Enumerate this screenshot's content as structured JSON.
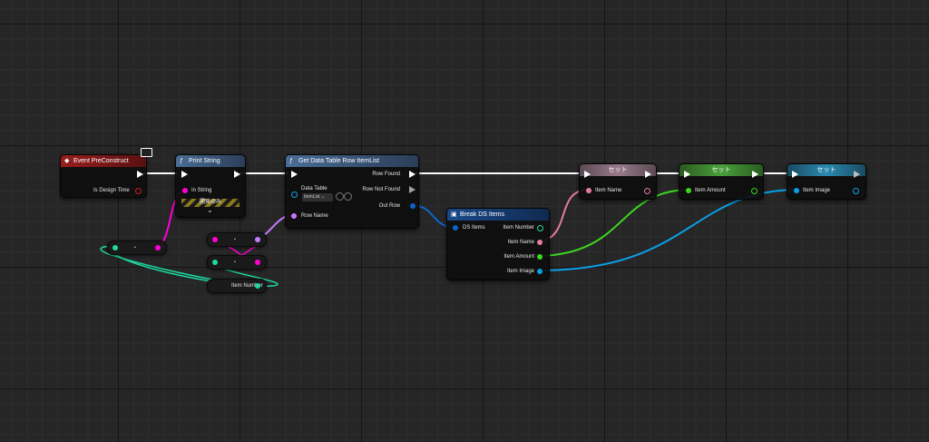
{
  "nodes": {
    "event": {
      "title": "Event PreConstruct",
      "pin_is_design_time": "Is Design Time"
    },
    "print_string": {
      "title": "Print String",
      "pin_in_string": "In String",
      "dev_only": "開発のみ"
    },
    "get_row": {
      "title": "Get Data Table Row ItemList",
      "pin_data_table": "Data Table",
      "data_table_value": "ItemList",
      "pin_row_name": "Row Name",
      "pin_row_found": "Row Found",
      "pin_row_not_found": "Row Not Found",
      "pin_out_row": "Out Row"
    },
    "break": {
      "title": "Break DS Items",
      "pin_ds_items": "DS Items",
      "pin_item_number": "Item Number",
      "pin_item_name": "Item Name",
      "pin_item_amount": "Item Amount",
      "pin_item_image": "Item Image"
    },
    "set1": {
      "title": "セット",
      "pin": "Item Name"
    },
    "set2": {
      "title": "セット",
      "pin": "Item Amount"
    },
    "set3": {
      "title": "セット",
      "pin": "Item Image"
    },
    "conv1": {
      "text": "•"
    },
    "conv2": {
      "text": "•"
    },
    "conv3": {
      "text": "•"
    },
    "getter": {
      "label": "Item Number"
    }
  },
  "colors": {
    "exec": "#ffffff",
    "string": "#ff00d4",
    "name": "#c87aff",
    "int": "#1ed8a0",
    "float": "#3cd620",
    "struct": "#0a64c8",
    "object": "#0aa0e6",
    "text": "#e67aa8",
    "event_header": "#8c1a1a",
    "func_header": "#3a5a80",
    "set_pink": "#8a6a7a",
    "set_green": "#3a8a2a",
    "set_blue": "#2a6a8a"
  },
  "icons": {
    "event": "event-diamond-icon",
    "function": "function-f-icon",
    "break": "struct-icon",
    "monitor": "monitor-icon"
  }
}
